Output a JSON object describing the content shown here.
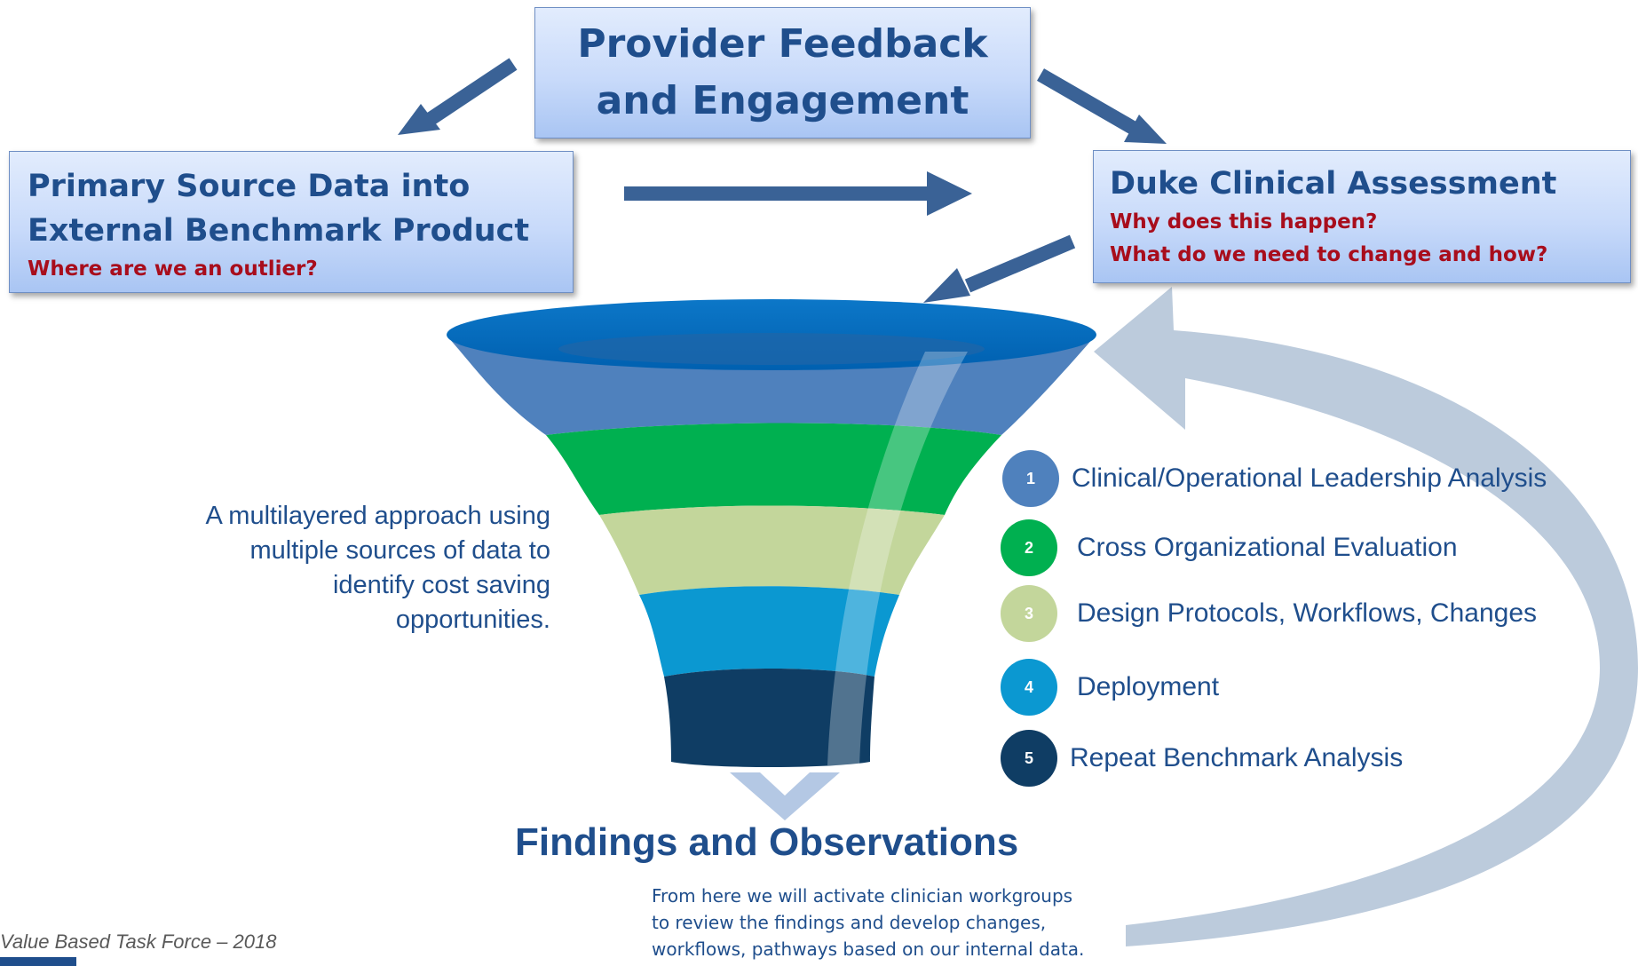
{
  "top_box": {
    "line1": "Provider Feedback",
    "line2": "and Engagement"
  },
  "left_box": {
    "line1": "Primary Source Data into",
    "line2": "External Benchmark Product",
    "question": "Where are we an outlier?"
  },
  "right_box": {
    "title": "Duke Clinical Assessment",
    "question1": "Why does this happen?",
    "question2": "What do we need to change and how?"
  },
  "description": {
    "line1": "A multilayered approach using",
    "line2": "multiple sources of data to",
    "line3": "identify cost saving",
    "line4": "opportunities."
  },
  "steps": [
    {
      "number": "1",
      "label": "Clinical/Operational Leadership Analysis",
      "color": "#4f81bd"
    },
    {
      "number": "2",
      "label": "Cross Organizational Evaluation",
      "color": "#00b050"
    },
    {
      "number": "3",
      "label": "Design Protocols, Workflows, Changes",
      "color": "#c3d69b"
    },
    {
      "number": "4",
      "label": "Deployment",
      "color": "#0b98d1"
    },
    {
      "number": "5",
      "label": "Repeat Benchmark Analysis",
      "color": "#0f3d64"
    }
  ],
  "findings": {
    "title": "Findings and Observations",
    "note_line1": "From here we will activate clinician workgroups",
    "note_line2": "to review the findings and develop changes,",
    "note_line3": "workflows, pathways based on our internal data."
  },
  "footer": {
    "text": "Value Based Task Force – 2018"
  },
  "colors": {
    "arrow": "#3a6296",
    "loop_arrow": "#b9c9da",
    "funnel_rim": "#0070c0",
    "title_text": "#1f4e8c",
    "question_text": "#a80d1c"
  }
}
